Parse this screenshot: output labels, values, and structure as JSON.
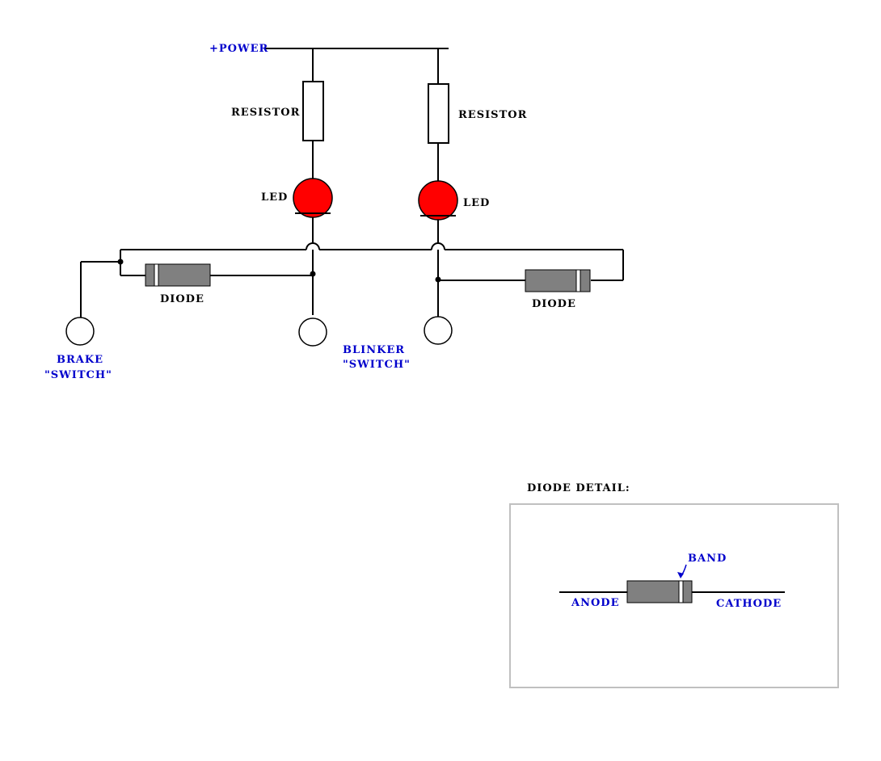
{
  "labels": {
    "power": "+POWER",
    "resistor_left": "RESISTOR",
    "resistor_right": "RESISTOR",
    "led_left": "LED",
    "led_right": "LED",
    "diode_left": "DIODE",
    "diode_right": "DIODE",
    "brake_line1": "BRAKE",
    "brake_line2": "\"SWITCH\"",
    "blinker_line1": "BLINKER",
    "blinker_line2": "\"SWITCH\"",
    "diode_detail_title": "DIODE DETAIL:",
    "band": "BAND",
    "anode": "ANODE",
    "cathode": "CATHODE"
  },
  "colors": {
    "wire": "#000000",
    "led": "#ff0000",
    "diode_body": "#808080",
    "label_blue": "#0000cc",
    "detail_border": "#c0c0c0"
  }
}
